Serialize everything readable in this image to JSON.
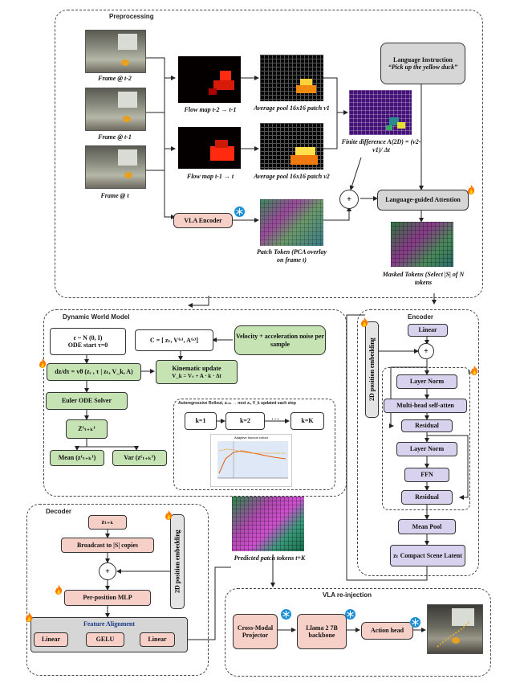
{
  "regions": {
    "preprocessing": "Preprocessing",
    "dynamic_world_model": "Dynamic World Model",
    "encoder": "Encoder",
    "decoder": "Decoder",
    "vla_reinjection": "VLA re-injection"
  },
  "preprocessing": {
    "frames": [
      "Frame @ t-2",
      "Frame @ t-1",
      "Frame @ t"
    ],
    "flow_maps": [
      "Flow map t-2 → t-1",
      "Flow map t-1 → t"
    ],
    "avg_pool_1": "Average pool 16x16 patch v1",
    "avg_pool_2": "Average pool 16x16 patch v2",
    "finite_difference": "Finite difference A(2D) = (v2-v1)/ Δt",
    "language_instruction_title": "Language Instruction",
    "language_instruction_text": "“Pick up the yellow duck”",
    "vla_encoder": "VLA Encoder",
    "patch_token": "Patch Token (PCA overlay on frame t)",
    "plus": "+",
    "language_guided_attention": "Language-guided Attention",
    "masked_tokens": "Masked Tokens (Select |S| of N tokens"
  },
  "dwm": {
    "noise_l1": "ε ~ N (0, I)",
    "noise_l2": "ODE start τ=0",
    "c_equation": "C = [ zₜ, V⁽ˢ⁾, A⁽ˢ⁾]",
    "velocity_noise": "Velocity + acceleration noise per sample",
    "ode_equation": "dz/dτ = vθ (zᵣ , τ | zₜ, V_k, A)",
    "kinematic_title": "Kinematic update",
    "kinematic_eq": "V_k = Vₜ + A · k · Δt",
    "euler_solver": "Euler ODE Solver",
    "z_next": "Z⁽ₜ₊ₖ⁾",
    "mean": "Mean (z⁽ₜ₊ₖ⁾)",
    "var": "Var (z⁽ₜ₊ₖ⁾)",
    "rollout_title": "Autoregressive Rollout, zₜ₊ₖ → next zₜ, V_k updated each step",
    "k_steps": [
      "k=1",
      "k=2",
      "k=K"
    ],
    "ellipsis": "…",
    "inset_title": "Adaptive horizon rollout"
  },
  "encoder": {
    "position_embedding": "2D position embedding",
    "linear": "Linear",
    "plus": "+",
    "repeat": "x4",
    "layer_norm_1": "Layer Norm",
    "mhsa": "Multi-head self-atten",
    "residual_1": "Residual",
    "layer_norm_2": "Layer Norm",
    "ffn": "FFN",
    "residual_2": "Residual",
    "mean_pool": "Mean Pool",
    "latent": "zₜ Compact Scene Latent"
  },
  "decoder": {
    "z_input": "zₜ₊ₖ",
    "broadcast": "Broadcast to |S| copies",
    "plus": "+",
    "per_position_mlp": "Per-position MLP",
    "position_embedding": "2D position embedding",
    "feature_alignment": "Feature Alignment",
    "linear_a": "Linear",
    "gelu": "GELU",
    "linear_b": "Linear",
    "predicted_tokens": "Predicted patch tokens t+K"
  },
  "vla": {
    "projector": "Cross-Modal Projector",
    "llama": "Llama 2 7B backbone",
    "action_head": "Action head"
  }
}
